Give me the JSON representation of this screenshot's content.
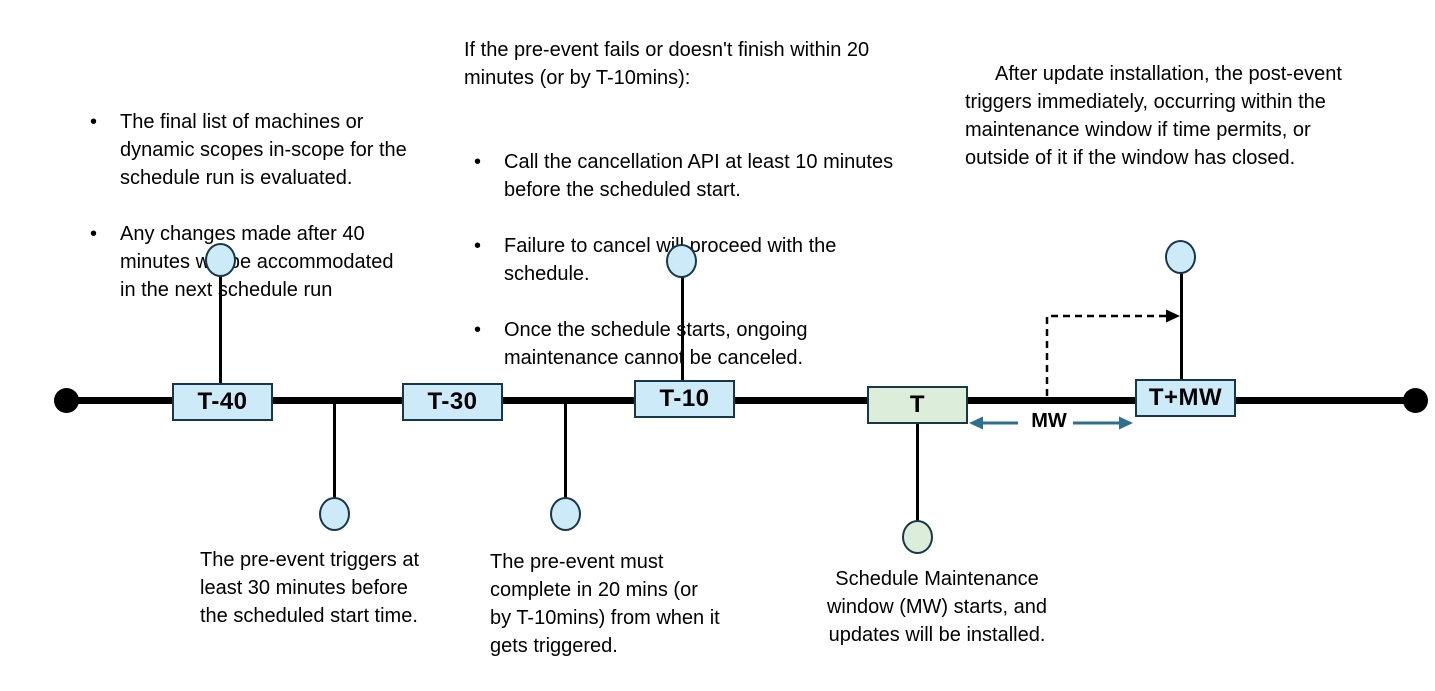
{
  "notes": {
    "scope_evaluation": {
      "bullets": [
        "The final list of machines or\ndynamic scopes in-scope for the\nschedule run is evaluated.",
        "Any changes made after 40\nminutes will be accommodated\nin the next schedule run"
      ]
    },
    "pre_event_failure": {
      "intro": "If the pre-event fails or doesn't finish within 20\nminutes (or by T-10mins):",
      "bullets": [
        "Call the cancellation API at least 10 minutes\nbefore the scheduled start.",
        "Failure to cancel will proceed with the\nschedule.",
        "Once the schedule starts, ongoing\nmaintenance cannot be canceled."
      ]
    },
    "post_event": {
      "text": "After update installation, the post-event\ntriggers immediately, occurring within the\nmaintenance window if time permits, or\noutside of it if the window has closed."
    },
    "pre_event_trigger": {
      "text": "The pre-event triggers at\nleast 30 minutes before\nthe scheduled start time."
    },
    "pre_event_complete": {
      "text": "The pre-event must\ncomplete in 20 mins (or\nby T-10mins) from when it\ngets triggered."
    },
    "mw_start": {
      "text": "Schedule Maintenance\nwindow (MW) starts, and\nupdates will be installed."
    }
  },
  "timeline": {
    "milestones": [
      {
        "label": "T-40",
        "style": "blue"
      },
      {
        "label": "T-30",
        "style": "blue"
      },
      {
        "label": "T-10",
        "style": "blue"
      },
      {
        "label": "T",
        "style": "green"
      },
      {
        "label": "T+MW",
        "style": "blue"
      }
    ],
    "mw_span_label": "MW"
  },
  "colors": {
    "timeline": "#000000",
    "milestone_blue_fill": "#cdeaf8",
    "milestone_green_fill": "#dceeda",
    "outline": "#17384a",
    "mw_arrow": "#2e6e93"
  }
}
